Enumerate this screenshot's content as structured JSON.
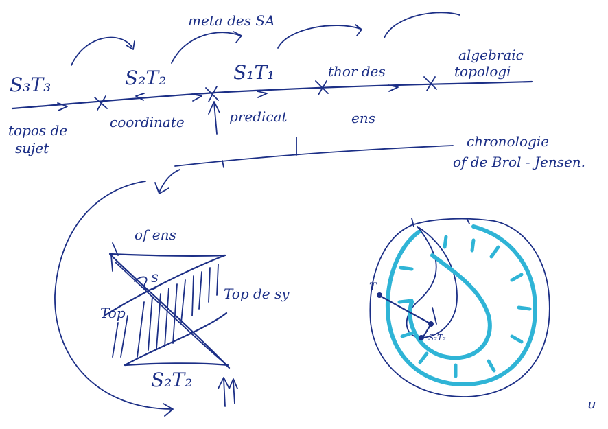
{
  "axis_labels": {
    "s3t3": "S₃T₃",
    "s2t2": "S₂T₂",
    "s1t1": "S₁T₁",
    "thor": "thor des",
    "alg_line1": "algebraic",
    "alg_line2": "topologi"
  },
  "arc_label": "meta des SA",
  "under_labels": {
    "topos_line1": "topos de",
    "topos_line2": "sujet",
    "coordinate": "coordinate",
    "predicat": "predicat",
    "ens": "ens"
  },
  "note_line1": "chronologie",
  "note_line2": "of de Brol - Jensen.",
  "triangle_labels": {
    "top_ens": "of ens",
    "s_mark": "S",
    "top_left": "Top",
    "top_right": "Top de sy",
    "bottom": "S₂T₂"
  },
  "torus_labels": {
    "left_point": "T",
    "inner_point": "S₂T₂"
  },
  "corner_mark": "u"
}
